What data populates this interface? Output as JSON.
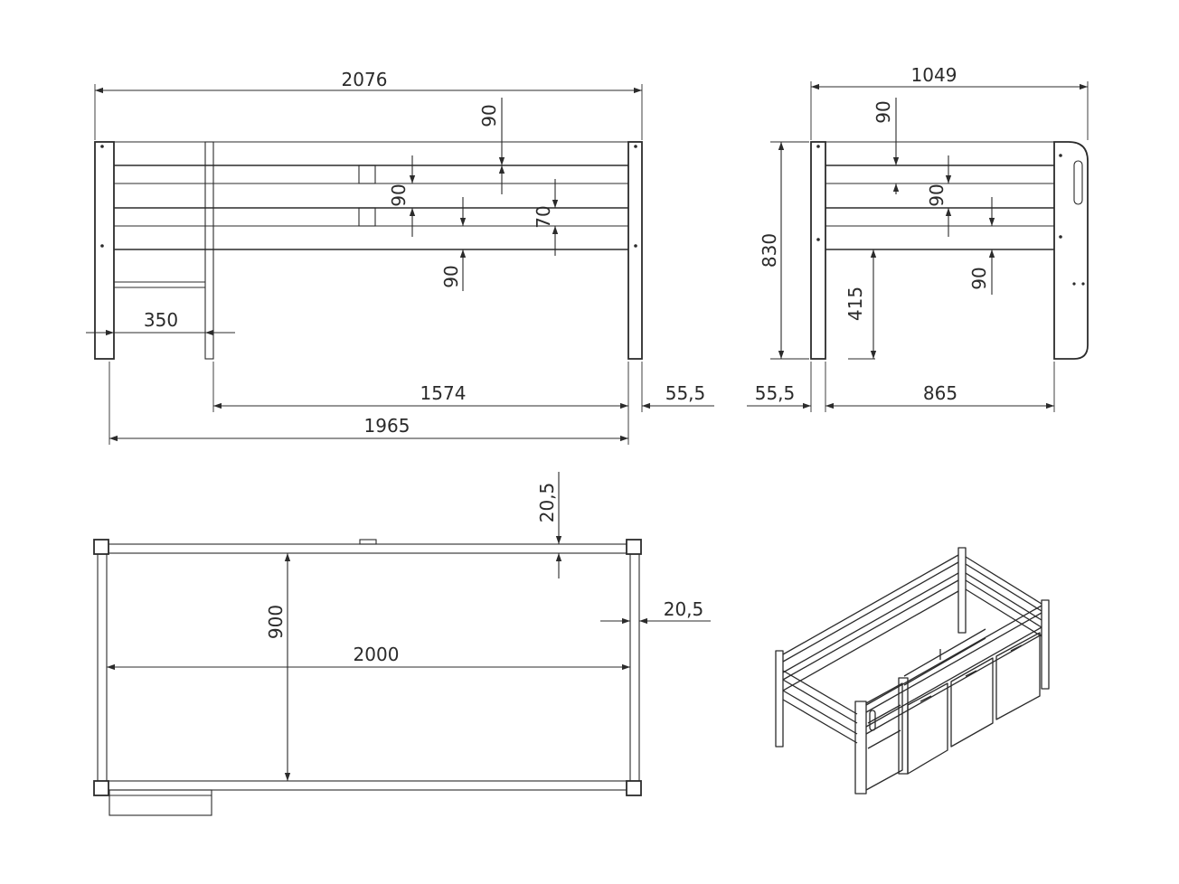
{
  "colors": {
    "line": "#2b2b2b",
    "background": "#ffffff"
  },
  "front_view": {
    "overall_length": "2076",
    "rail_spacing_top": "90",
    "rail_spacing_mid": "90",
    "rail_spacing_low": "90",
    "rail_thickness": "70",
    "ladder_width": "350",
    "inner_length": "1574",
    "post_offset": "55,5",
    "frame_length": "1965"
  },
  "side_view": {
    "overall_width": "1049",
    "rail_spacing_top": "90",
    "rail_spacing_mid": "90",
    "rail_spacing_low": "90",
    "overall_height": "830",
    "deck_height": "415",
    "post_offset": "55,5",
    "inner_width": "865"
  },
  "top_view": {
    "rail_offset_top": "20,5",
    "rail_offset_side": "20,5",
    "mattress_width": "900",
    "mattress_length": "2000"
  },
  "iso_view": {
    "icon": "bed-isometric-icon",
    "drawers": 3
  }
}
